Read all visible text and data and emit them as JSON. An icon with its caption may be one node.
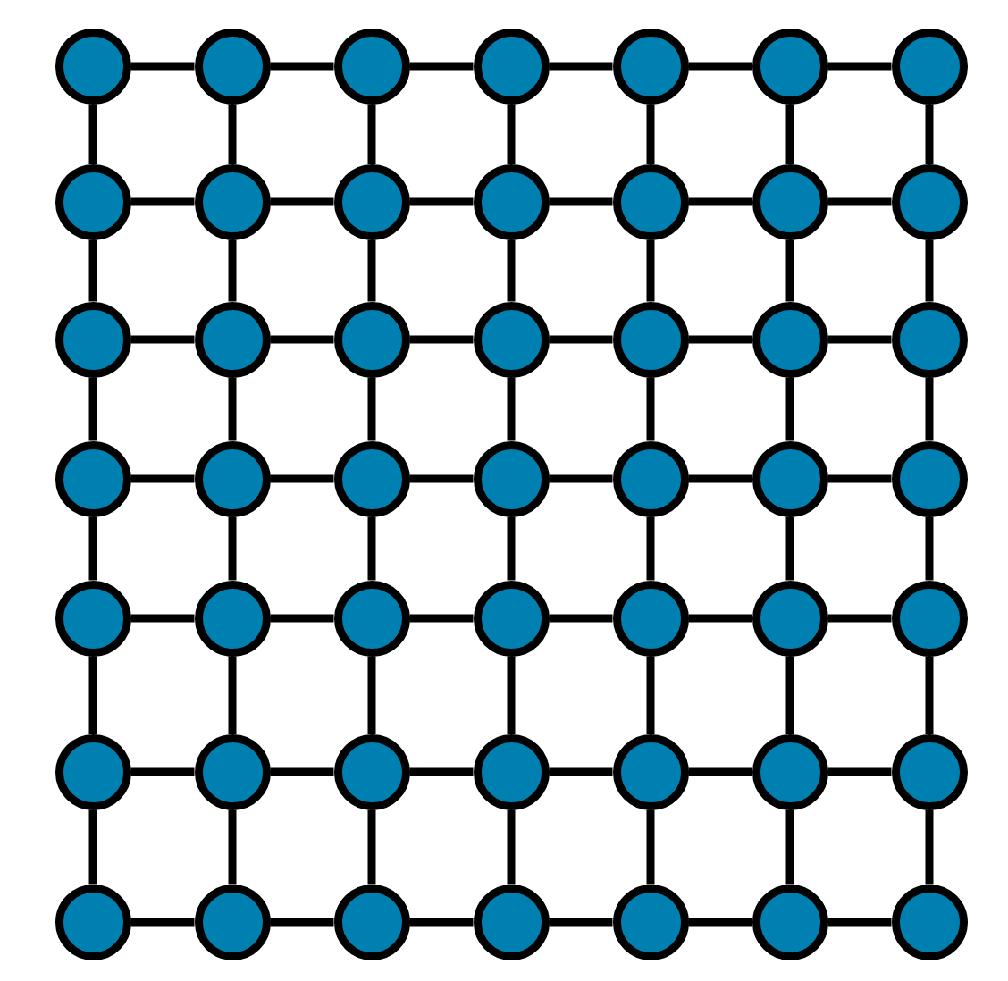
{
  "diagram": {
    "nodes": [
      {
        "text": [],
        "shape": "circle"
      },
      {
        "text": [],
        "shape": "circle"
      },
      {
        "text": [],
        "shape": "circle"
      },
      {
        "text": [],
        "shape": "circle"
      },
      {
        "text": [],
        "shape": "circle"
      },
      {
        "text": [],
        "shape": "circle"
      },
      {
        "text": [],
        "shape": "circle"
      },
      {
        "text": [],
        "shape": "circle"
      },
      {
        "text": [],
        "shape": "circle"
      },
      {
        "text": [],
        "shape": "circle"
      },
      {
        "text": [],
        "shape": "circle"
      },
      {
        "text": [],
        "shape": "circle"
      },
      {
        "text": [],
        "shape": "circle"
      },
      {
        "text": [],
        "shape": "circle"
      },
      {
        "text": [],
        "shape": "circle"
      },
      {
        "text": [],
        "shape": "circle"
      },
      {
        "text": [],
        "shape": "circle"
      },
      {
        "text": [],
        "shape": "circle"
      },
      {
        "text": [],
        "shape": "circle"
      },
      {
        "text": [],
        "shape": "circle"
      },
      {
        "text": [],
        "shape": "circle"
      },
      {
        "text": [],
        "shape": "circle"
      },
      {
        "text": [],
        "shape": "circle"
      },
      {
        "text": [],
        "shape": "circle"
      },
      {
        "text": [],
        "shape": "circle"
      },
      {
        "text": [],
        "shape": "circle"
      },
      {
        "text": [],
        "shape": "circle"
      },
      {
        "text": [],
        "shape": "circle"
      },
      {
        "text": [],
        "shape": "circle"
      },
      {
        "text": [],
        "shape": "circle"
      },
      {
        "text": [],
        "shape": "circle"
      },
      {
        "text": [],
        "shape": "circle"
      },
      {
        "text": [],
        "shape": "circle"
      },
      {
        "text": [],
        "shape": "circle"
      },
      {
        "text": [],
        "shape": "circle"
      },
      {
        "text": [],
        "shape": "circle"
      },
      {
        "text": [],
        "shape": "circle"
      },
      {
        "text": [],
        "shape": "circle"
      },
      {
        "text": [],
        "shape": "circle"
      },
      {
        "text": [],
        "shape": "circle"
      },
      {
        "text": [],
        "shape": "circle"
      },
      {
        "text": [],
        "shape": "circle"
      },
      {
        "text": [],
        "shape": "circle"
      },
      {
        "text": [],
        "shape": "circle"
      },
      {
        "text": [],
        "shape": "circle"
      },
      {
        "text": [],
        "shape": "circle"
      },
      {
        "text": [],
        "shape": "circle"
      },
      {
        "text": [],
        "shape": "circle"
      },
      {
        "text": [],
        "shape": "circle"
      }
    ],
    "edges": [
      {
        "from": 0,
        "to": 1,
        "arrow": "none"
      },
      {
        "from": 1,
        "to": 2,
        "arrow": "none"
      },
      {
        "from": 2,
        "to": 3,
        "arrow": "none"
      },
      {
        "from": 3,
        "to": 4,
        "arrow": "none"
      },
      {
        "from": 4,
        "to": 5,
        "arrow": "none"
      },
      {
        "from": 5,
        "to": 6,
        "arrow": "none"
      },
      {
        "from": 7,
        "to": 8,
        "arrow": "none"
      },
      {
        "from": 8,
        "to": 9,
        "arrow": "none"
      },
      {
        "from": 9,
        "to": 10,
        "arrow": "none"
      },
      {
        "from": 10,
        "to": 11,
        "arrow": "none"
      },
      {
        "from": 11,
        "to": 12,
        "arrow": "none"
      },
      {
        "from": 12,
        "to": 13,
        "arrow": "none"
      },
      {
        "from": 14,
        "to": 15,
        "arrow": "none"
      },
      {
        "from": 15,
        "to": 16,
        "arrow": "none"
      },
      {
        "from": 16,
        "to": 17,
        "arrow": "none"
      },
      {
        "from": 17,
        "to": 18,
        "arrow": "none"
      },
      {
        "from": 18,
        "to": 19,
        "arrow": "none"
      },
      {
        "from": 19,
        "to": 20,
        "arrow": "none"
      },
      {
        "from": 21,
        "to": 22,
        "arrow": "none"
      },
      {
        "from": 22,
        "to": 23,
        "arrow": "none"
      },
      {
        "from": 23,
        "to": 24,
        "arrow": "none"
      },
      {
        "from": 24,
        "to": 25,
        "arrow": "none"
      },
      {
        "from": 25,
        "to": 26,
        "arrow": "none"
      },
      {
        "from": 26,
        "to": 27,
        "arrow": "none"
      },
      {
        "from": 28,
        "to": 29,
        "arrow": "none"
      },
      {
        "from": 29,
        "to": 30,
        "arrow": "none"
      },
      {
        "from": 30,
        "to": 31,
        "arrow": "none"
      },
      {
        "from": 31,
        "to": 32,
        "arrow": "none"
      },
      {
        "from": 32,
        "to": 33,
        "arrow": "none"
      },
      {
        "from": 33,
        "to": 34,
        "arrow": "none"
      },
      {
        "from": 35,
        "to": 36,
        "arrow": "none"
      },
      {
        "from": 36,
        "to": 37,
        "arrow": "none"
      },
      {
        "from": 37,
        "to": 38,
        "arrow": "none"
      },
      {
        "from": 38,
        "to": 39,
        "arrow": "none"
      },
      {
        "from": 39,
        "to": 40,
        "arrow": "none"
      },
      {
        "from": 40,
        "to": 41,
        "arrow": "none"
      },
      {
        "from": 42,
        "to": 43,
        "arrow": "none"
      },
      {
        "from": 43,
        "to": 44,
        "arrow": "none"
      },
      {
        "from": 44,
        "to": 45,
        "arrow": "none"
      },
      {
        "from": 45,
        "to": 46,
        "arrow": "none"
      },
      {
        "from": 46,
        "to": 47,
        "arrow": "none"
      },
      {
        "from": 47,
        "to": 48,
        "arrow": "none"
      },
      {
        "from": 0,
        "to": 7,
        "arrow": "none"
      },
      {
        "from": 1,
        "to": 8,
        "arrow": "none"
      },
      {
        "from": 2,
        "to": 9,
        "arrow": "none"
      },
      {
        "from": 3,
        "to": 10,
        "arrow": "none"
      },
      {
        "from": 4,
        "to": 11,
        "arrow": "none"
      },
      {
        "from": 5,
        "to": 12,
        "arrow": "none"
      },
      {
        "from": 6,
        "to": 13,
        "arrow": "none"
      },
      {
        "from": 7,
        "to": 14,
        "arrow": "none"
      },
      {
        "from": 8,
        "to": 15,
        "arrow": "none"
      },
      {
        "from": 9,
        "to": 16,
        "arrow": "none"
      },
      {
        "from": 10,
        "to": 17,
        "arrow": "none"
      },
      {
        "from": 11,
        "to": 18,
        "arrow": "none"
      },
      {
        "from": 12,
        "to": 19,
        "arrow": "none"
      },
      {
        "from": 13,
        "to": 20,
        "arrow": "none"
      },
      {
        "from": 14,
        "to": 21,
        "arrow": "none"
      },
      {
        "from": 15,
        "to": 22,
        "arrow": "none"
      },
      {
        "from": 16,
        "to": 23,
        "arrow": "none"
      },
      {
        "from": 17,
        "to": 24,
        "arrow": "none"
      },
      {
        "from": 18,
        "to": 25,
        "arrow": "none"
      },
      {
        "from": 19,
        "to": 26,
        "arrow": "none"
      },
      {
        "from": 20,
        "to": 27,
        "arrow": "none"
      },
      {
        "from": 21,
        "to": 28,
        "arrow": "none"
      },
      {
        "from": 22,
        "to": 29,
        "arrow": "none"
      },
      {
        "from": 23,
        "to": 30,
        "arrow": "none"
      },
      {
        "from": 24,
        "to": 31,
        "arrow": "none"
      },
      {
        "from": 25,
        "to": 32,
        "arrow": "none"
      },
      {
        "from": 26,
        "to": 33,
        "arrow": "none"
      },
      {
        "from": 27,
        "to": 34,
        "arrow": "none"
      },
      {
        "from": 28,
        "to": 35,
        "arrow": "none"
      },
      {
        "from": 29,
        "to": 36,
        "arrow": "none"
      },
      {
        "from": 30,
        "to": 37,
        "arrow": "none"
      },
      {
        "from": 31,
        "to": 38,
        "arrow": "none"
      },
      {
        "from": 32,
        "to": 39,
        "arrow": "none"
      },
      {
        "from": 33,
        "to": 40,
        "arrow": "none"
      },
      {
        "from": 34,
        "to": 41,
        "arrow": "none"
      },
      {
        "from": 35,
        "to": 42,
        "arrow": "none"
      },
      {
        "from": 36,
        "to": 43,
        "arrow": "none"
      },
      {
        "from": 37,
        "to": 44,
        "arrow": "none"
      },
      {
        "from": 38,
        "to": 45,
        "arrow": "none"
      },
      {
        "from": 39,
        "to": 46,
        "arrow": "none"
      },
      {
        "from": 40,
        "to": 47,
        "arrow": "none"
      },
      {
        "from": 41,
        "to": 48,
        "arrow": "none"
      }
    ]
  }
}
